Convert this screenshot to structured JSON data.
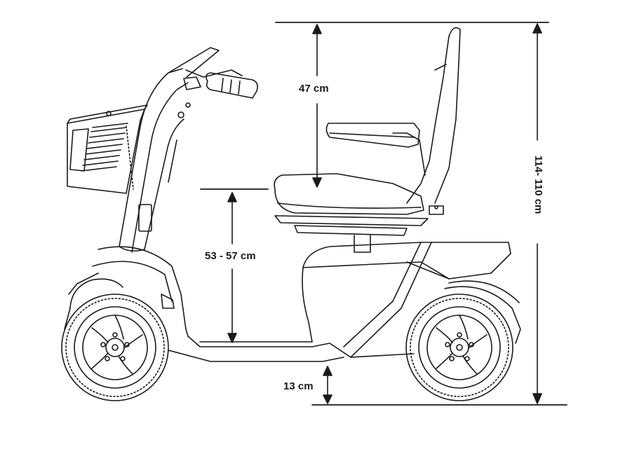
{
  "dimensions": {
    "seat_back_height": "47 cm",
    "seat_height": "53 - 57 cm",
    "ground_clearance": "13 cm",
    "total_height": "114- 110 cm"
  },
  "colors": {
    "line": "#1a1a1a",
    "fill": "#ffffff"
  }
}
